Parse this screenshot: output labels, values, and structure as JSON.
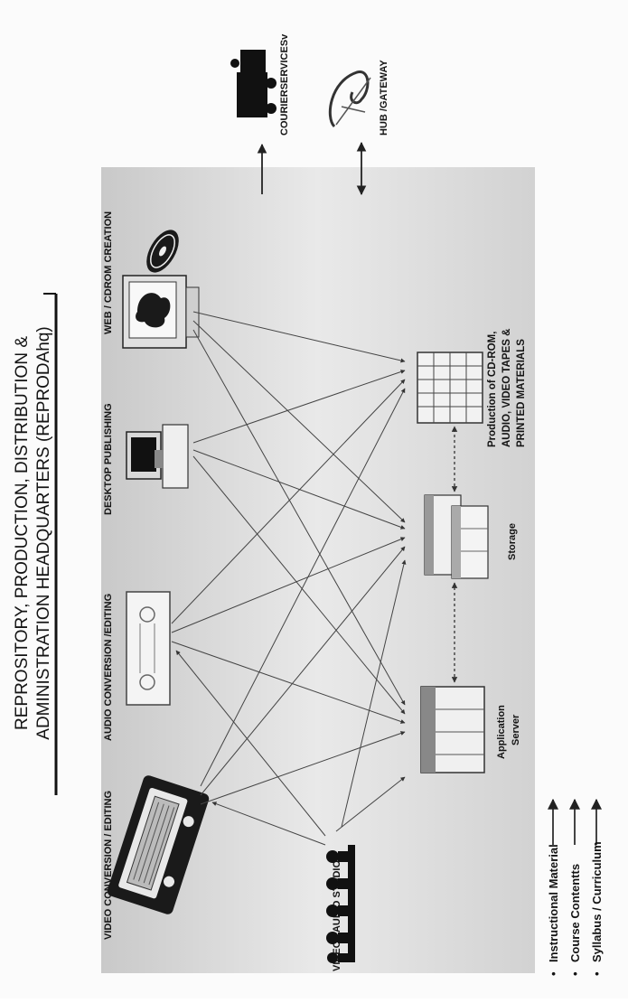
{
  "diagram": {
    "title_line1": "REPROSITORY,  PRODUCTION, DISTRIBUTION &",
    "title_line2": "ADMINISTRATION HEADQUARTERS (REPRODAhq)",
    "sources": {
      "video_conversion": "VIDEO CONVERSION / EDITING",
      "audio_conversion": "AUDIO CONVERSION /EDITING",
      "desktop_publishing": "DESKTOP PUBLISHING",
      "web_cdrom": "WEB / CDROM CREATION",
      "studio": "VIDEO  / AUDIO STUDIO"
    },
    "targets": {
      "app_server_line1": "Application",
      "app_server_line2": "Server",
      "storage": "Storage",
      "production_line1": "Production of CD-ROM,",
      "production_line2": "AUDIO, VIDEO TAPES &",
      "production_line3": "PRINTED MATERIALS"
    },
    "external": {
      "courier": "COURIERSERVICESv",
      "hub": "HUB /GATEWAY"
    },
    "inputs": [
      "Instructional Material",
      "Course Contentts",
      "Syllabus / Curriculum"
    ]
  }
}
